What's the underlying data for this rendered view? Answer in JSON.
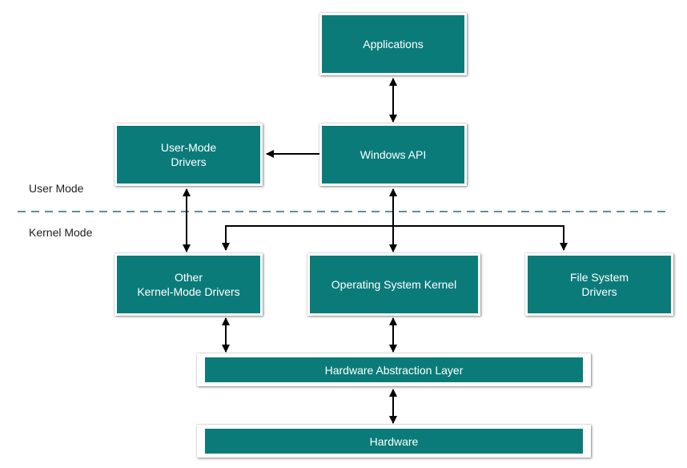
{
  "diagram": {
    "applications": "Applications",
    "windows_api": "Windows API",
    "user_mode_drivers": "User-Mode\nDrivers",
    "other_kernel_drivers": "Other\nKernel-Mode Drivers",
    "os_kernel": "Operating System Kernel",
    "file_system_drivers": "File System\nDrivers",
    "hal": "Hardware Abstraction Layer",
    "hardware": "Hardware",
    "user_mode_label": "User Mode",
    "kernel_mode_label": "Kernel Mode"
  },
  "colors": {
    "box_fill": "#0b7b7a",
    "box_text": "#ffffff",
    "divider": "#5a8fa0",
    "arrow": "#000000"
  }
}
